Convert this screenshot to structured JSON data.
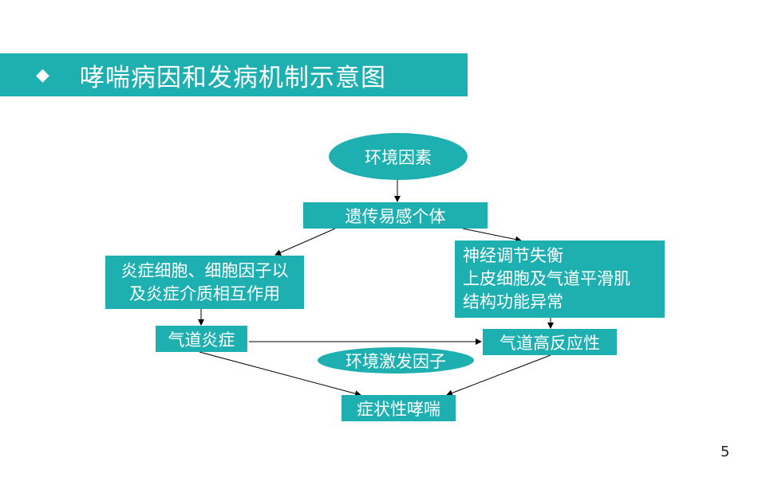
{
  "slide": {
    "bullet": "◆",
    "title": "哮喘病因和发病机制示意图",
    "page_number": "5"
  },
  "nodes": {
    "environment": "环境因素",
    "genetic": "遗传易感个体",
    "inflammatory_cells": [
      "炎症细胞、细胞因子以",
      "及炎症介质相互作用"
    ],
    "neural": [
      "神经调节失衡",
      "上皮细胞及气道平滑肌",
      "结构功能异常"
    ],
    "airway_inflammation": "气道炎症",
    "airway_hyperreactivity": "气道高反应性",
    "trigger": "环境激发因子",
    "symptomatic_asthma": "症状性哮喘"
  },
  "colors": {
    "accent": "#1eafb0",
    "text_on_accent": "#ffffff",
    "arrow": "#000000"
  }
}
